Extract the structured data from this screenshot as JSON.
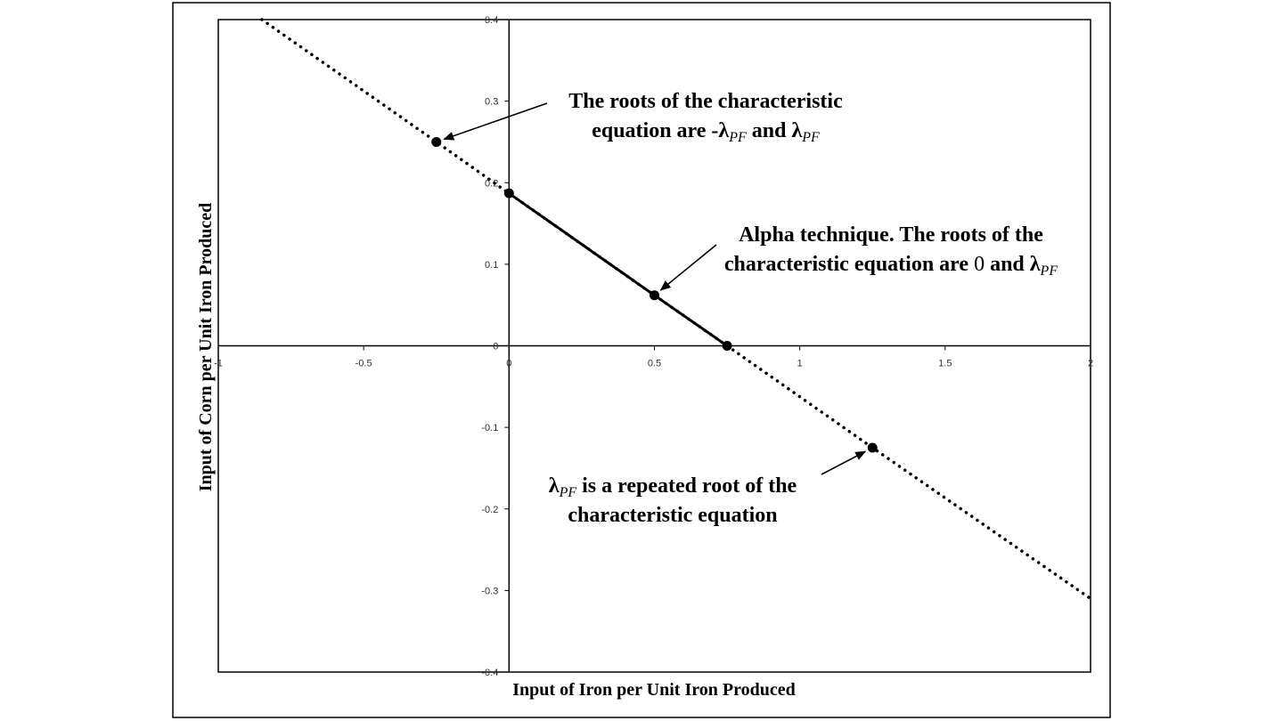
{
  "chart_data": {
    "type": "line",
    "xlabel": "Input of Iron per Unit Iron Produced",
    "ylabel": "Input of Corn per Unit Iron Produced",
    "xlim": [
      -1,
      2
    ],
    "ylim": [
      -0.4,
      0.4
    ],
    "x_ticks": [
      -1,
      -0.5,
      0,
      0.5,
      1,
      1.5,
      2
    ],
    "x_tick_labels": [
      "-1",
      "-0.5",
      "0",
      "0.5",
      "1",
      "1.5",
      "2"
    ],
    "y_ticks": [
      -0.4,
      -0.3,
      -0.2,
      -0.1,
      0,
      0.1,
      0.2,
      0.3,
      0.4
    ],
    "y_tick_labels": [
      "-0.4",
      "-0.3",
      "-0.2",
      "-0.1",
      "0",
      "0.1",
      "0.2",
      "0.3",
      "0.4"
    ],
    "grid": false,
    "series": [
      {
        "style": "dotted",
        "x": [
          -0.85,
          -0.25,
          0,
          0.5,
          0.75,
          1.25,
          2
        ],
        "y": [
          0.4,
          0.25,
          0.187,
          0.062,
          0,
          -0.125,
          -0.31
        ]
      },
      {
        "style": "solid",
        "x": [
          0,
          0.5,
          0.75
        ],
        "y": [
          0.187,
          0.062,
          0
        ]
      }
    ],
    "points": [
      {
        "x": -0.25,
        "y": 0.25
      },
      {
        "x": 0,
        "y": 0.187
      },
      {
        "x": 0.5,
        "y": 0.062
      },
      {
        "x": 0.75,
        "y": 0
      },
      {
        "x": 1.25,
        "y": -0.125
      }
    ],
    "annotations": [
      {
        "lines": [
          [
            {
              "t": "The roots of the characteristic"
            }
          ],
          [
            {
              "t": "equation are -λ"
            },
            {
              "t": "PF",
              "sub": true
            },
            {
              "t": " and λ"
            },
            {
              "t": "PF",
              "sub": true
            }
          ]
        ],
        "target": {
          "x": -0.25,
          "y": 0.25
        }
      },
      {
        "lines": [
          [
            {
              "t": "Alpha technique. The roots of the"
            }
          ],
          [
            {
              "t": "characteristic equation are "
            },
            {
              "t": "0",
              "plain": true
            },
            {
              "t": " and λ"
            },
            {
              "t": "PF",
              "sub": true
            }
          ]
        ],
        "target": {
          "x": 0.5,
          "y": 0.062
        }
      },
      {
        "lines": [
          [
            {
              "t": "λ"
            },
            {
              "t": "PF",
              "sub": true
            },
            {
              "t": " is a repeated root of the"
            }
          ],
          [
            {
              "t": "characteristic equation"
            }
          ]
        ],
        "target": {
          "x": 1.25,
          "y": -0.125
        }
      }
    ]
  }
}
